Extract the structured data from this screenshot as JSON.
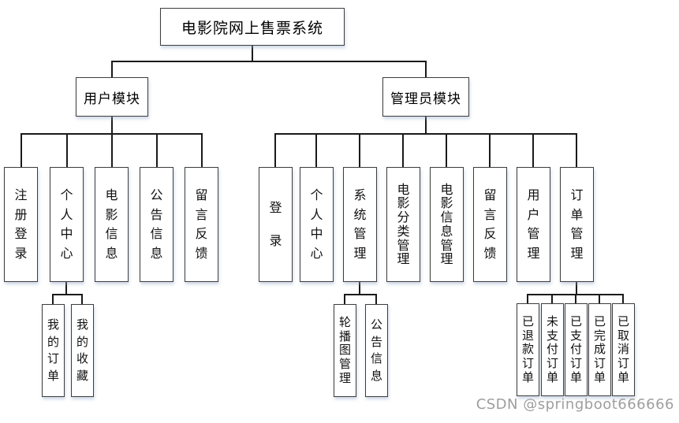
{
  "diagram": {
    "root": {
      "label": "电影院网上售票系统"
    },
    "user_module": {
      "label": "用户模块",
      "children": [
        {
          "label": "注册登录"
        },
        {
          "label": "个人中心",
          "children": [
            {
              "label": "我的订单"
            },
            {
              "label": "我的收藏"
            }
          ]
        },
        {
          "label": "电影信息"
        },
        {
          "label": "公告信息"
        },
        {
          "label": "留言反馈"
        }
      ]
    },
    "admin_module": {
      "label": "管理员模块",
      "children": [
        {
          "label": "登录"
        },
        {
          "label": "个人中心"
        },
        {
          "label": "系统管理",
          "children": [
            {
              "label": "轮播图管理"
            },
            {
              "label": "公告信息"
            }
          ]
        },
        {
          "label": "电影分类管理"
        },
        {
          "label": "电影信息管理"
        },
        {
          "label": "留言反馈"
        },
        {
          "label": "用户管理"
        },
        {
          "label": "订单管理",
          "children": [
            {
              "label": "已退款订单"
            },
            {
              "label": "未支付订单"
            },
            {
              "label": "已支付订单"
            },
            {
              "label": "已完成订单"
            },
            {
              "label": "已取消订单"
            }
          ]
        }
      ]
    },
    "watermark": "CSDN @springboot666666"
  }
}
